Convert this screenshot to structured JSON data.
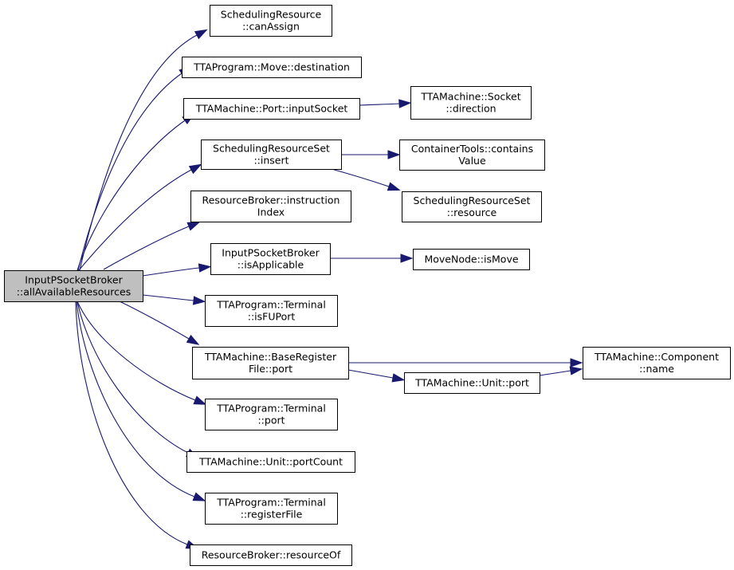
{
  "graph": {
    "nodes": [
      {
        "id": "root",
        "lines": [
          "InputPSocketBroker",
          "::allAvailableResources"
        ],
        "highlighted": true
      },
      {
        "id": "canAssign",
        "lines": [
          "SchedulingResource",
          "::canAssign"
        ]
      },
      {
        "id": "destination",
        "lines": [
          "TTAProgram::Move::destination"
        ]
      },
      {
        "id": "inputSocket",
        "lines": [
          "TTAMachine::Port::inputSocket"
        ]
      },
      {
        "id": "direction",
        "lines": [
          "TTAMachine::Socket",
          "::direction"
        ]
      },
      {
        "id": "insert",
        "lines": [
          "SchedulingResourceSet",
          "::insert"
        ]
      },
      {
        "id": "containsValue",
        "lines": [
          "ContainerTools::contains",
          "Value"
        ]
      },
      {
        "id": "resource",
        "lines": [
          "SchedulingResourceSet",
          "::resource"
        ]
      },
      {
        "id": "instructionIndex",
        "lines": [
          "ResourceBroker::instruction",
          "Index"
        ]
      },
      {
        "id": "isApplicable",
        "lines": [
          "InputPSocketBroker",
          "::isApplicable"
        ]
      },
      {
        "id": "isMove",
        "lines": [
          "MoveNode::isMove"
        ]
      },
      {
        "id": "isFUPort",
        "lines": [
          "TTAProgram::Terminal",
          "::isFUPort"
        ]
      },
      {
        "id": "brfPort",
        "lines": [
          "TTAMachine::BaseRegister",
          "File::port"
        ]
      },
      {
        "id": "componentName",
        "lines": [
          "TTAMachine::Component",
          "::name"
        ]
      },
      {
        "id": "unitPort",
        "lines": [
          "TTAMachine::Unit::port"
        ]
      },
      {
        "id": "terminalPort",
        "lines": [
          "TTAProgram::Terminal",
          "::port"
        ]
      },
      {
        "id": "portCount",
        "lines": [
          "TTAMachine::Unit::portCount"
        ]
      },
      {
        "id": "registerFile",
        "lines": [
          "TTAProgram::Terminal",
          "::registerFile"
        ]
      },
      {
        "id": "resourceOf",
        "lines": [
          "ResourceBroker::resourceOf"
        ]
      }
    ],
    "edges": [
      {
        "from": "root",
        "to": "canAssign"
      },
      {
        "from": "root",
        "to": "destination"
      },
      {
        "from": "root",
        "to": "inputSocket"
      },
      {
        "from": "root",
        "to": "insert"
      },
      {
        "from": "root",
        "to": "instructionIndex"
      },
      {
        "from": "root",
        "to": "isApplicable"
      },
      {
        "from": "root",
        "to": "isFUPort"
      },
      {
        "from": "root",
        "to": "brfPort"
      },
      {
        "from": "root",
        "to": "terminalPort"
      },
      {
        "from": "root",
        "to": "portCount"
      },
      {
        "from": "root",
        "to": "registerFile"
      },
      {
        "from": "root",
        "to": "resourceOf"
      },
      {
        "from": "inputSocket",
        "to": "direction"
      },
      {
        "from": "insert",
        "to": "containsValue"
      },
      {
        "from": "insert",
        "to": "resource"
      },
      {
        "from": "isApplicable",
        "to": "isMove"
      },
      {
        "from": "brfPort",
        "to": "componentName"
      },
      {
        "from": "brfPort",
        "to": "unitPort"
      },
      {
        "from": "unitPort",
        "to": "componentName"
      }
    ]
  }
}
